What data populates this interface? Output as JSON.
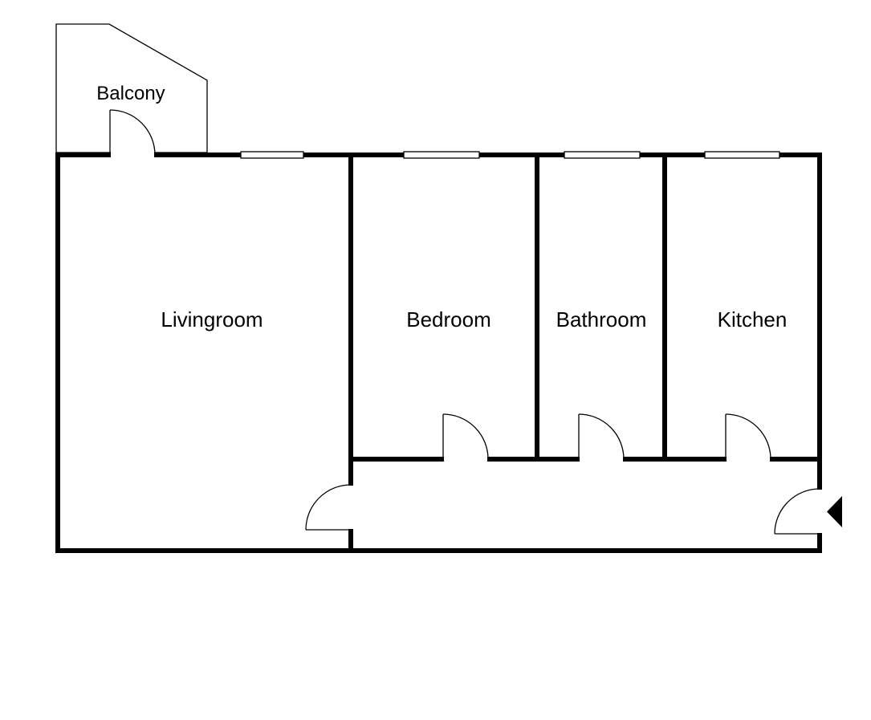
{
  "rooms": {
    "balcony": "Balcony",
    "livingroom": "Livingroom",
    "bedroom": "Bedroom",
    "bathroom": "Bathroom",
    "kitchen": "Kitchen"
  },
  "icons": {
    "entrance": "entrance-arrow-icon"
  },
  "colors": {
    "wall": "#000000",
    "background": "#ffffff"
  }
}
